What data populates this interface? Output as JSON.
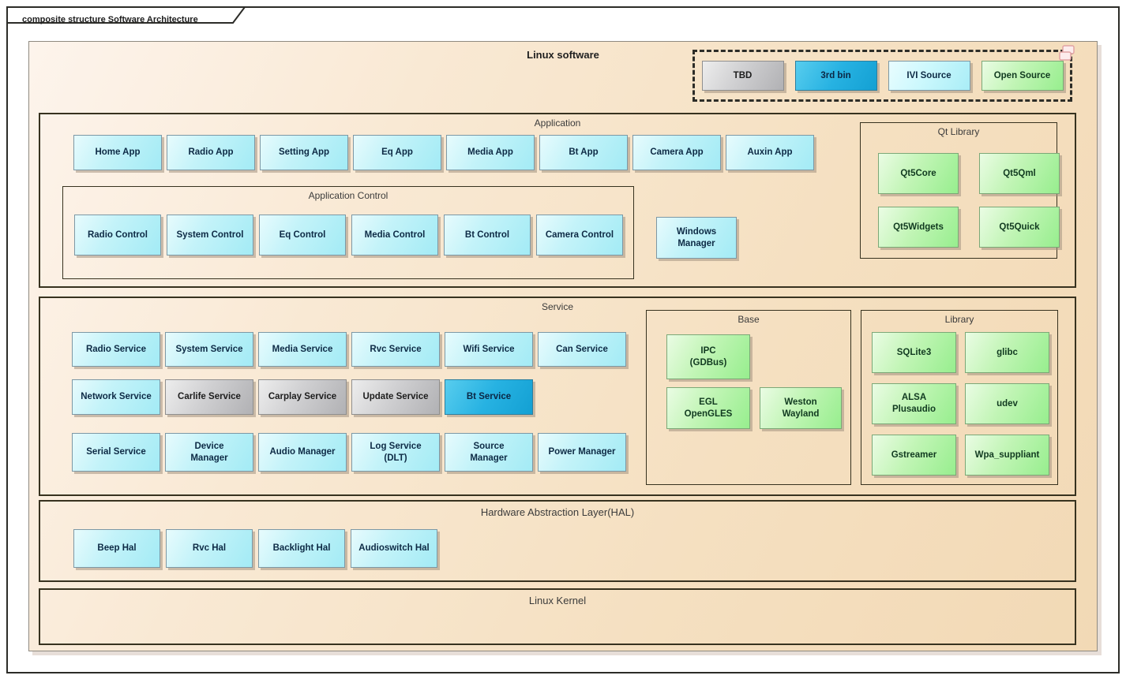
{
  "tab": {
    "label": "composite structure Software Architecture"
  },
  "diagram": {
    "title": "Linux software",
    "legend": {
      "items": [
        {
          "label": "TBD",
          "variant": "gray"
        },
        {
          "label": "3rd bin",
          "variant": "blue"
        },
        {
          "label": "IVI Source",
          "variant": "cyan-light"
        },
        {
          "label": "Open Source",
          "variant": "green"
        }
      ]
    },
    "application": {
      "title": "Application",
      "apps": [
        {
          "label": "Home App"
        },
        {
          "label": "Radio App"
        },
        {
          "label": "Setting App"
        },
        {
          "label": "Eq App"
        },
        {
          "label": "Media App"
        },
        {
          "label": "Bt App"
        },
        {
          "label": "Camera App"
        },
        {
          "label": "Auxin App"
        }
      ],
      "control": {
        "title": "Application Control",
        "items": [
          {
            "label": "Radio Control"
          },
          {
            "label": "System Control"
          },
          {
            "label": "Eq Control"
          },
          {
            "label": "Media Control"
          },
          {
            "label": "Bt Control"
          },
          {
            "label": "Camera Control"
          }
        ]
      },
      "windows_manager": {
        "label": "Windows\nManager"
      },
      "qt_library": {
        "title": "Qt Library",
        "items": [
          {
            "label": "Qt5Core",
            "variant": "green"
          },
          {
            "label": "Qt5Qml",
            "variant": "green"
          },
          {
            "label": "Qt5Widgets",
            "variant": "green"
          },
          {
            "label": "Qt5Quick",
            "variant": "green"
          }
        ]
      }
    },
    "service": {
      "title": "Service",
      "row1": [
        {
          "label": "Radio Service"
        },
        {
          "label": "System Service"
        },
        {
          "label": "Media Service"
        },
        {
          "label": "Rvc Service"
        },
        {
          "label": "Wifi Service"
        },
        {
          "label": "Can Service"
        }
      ],
      "row2": [
        {
          "label": "Network Service"
        },
        {
          "label": "Carlife Service",
          "variant": "gray"
        },
        {
          "label": "Carplay Service",
          "variant": "gray"
        },
        {
          "label": "Update Service",
          "variant": "gray"
        },
        {
          "label": "Bt Service",
          "variant": "blue"
        }
      ],
      "row3": [
        {
          "label": "Serial Service"
        },
        {
          "label": "Device\nManager"
        },
        {
          "label": "Audio Manager"
        },
        {
          "label": "Log Service\n(DLT)"
        },
        {
          "label": "Source\nManager"
        },
        {
          "label": "Power Manager"
        }
      ],
      "base": {
        "title": "Base",
        "ipc": {
          "label": "IPC\n(GDBus)"
        },
        "egl": {
          "label": "EGL\nOpenGLES"
        },
        "weston": {
          "label": "Weston\nWayland"
        }
      },
      "library": {
        "title": "Library",
        "items": [
          {
            "label": "SQLite3",
            "variant": "green"
          },
          {
            "label": "glibc",
            "variant": "green"
          },
          {
            "label": "ALSA\nPlusaudio",
            "variant": "green"
          },
          {
            "label": "udev",
            "variant": "green"
          },
          {
            "label": "Gstreamer",
            "variant": "green"
          },
          {
            "label": "Wpa_suppliant",
            "variant": "green"
          }
        ]
      }
    },
    "hal": {
      "title": "Hardware Abstraction Layer(HAL)",
      "items": [
        {
          "label": "Beep Hal"
        },
        {
          "label": "Rvc Hal"
        },
        {
          "label": "Backlight Hal"
        },
        {
          "label": "Audioswitch Hal"
        }
      ]
    },
    "kernel": {
      "title": "Linux Kernel"
    },
    "colors": {
      "canvas_fill": "#f5e0c1",
      "ivi_source": "#a9edf6",
      "third_bin": "#1ba8dc",
      "open_source": "#97ee8e",
      "tbd": "#bdbdbf",
      "border_dark": "#37321f"
    }
  }
}
